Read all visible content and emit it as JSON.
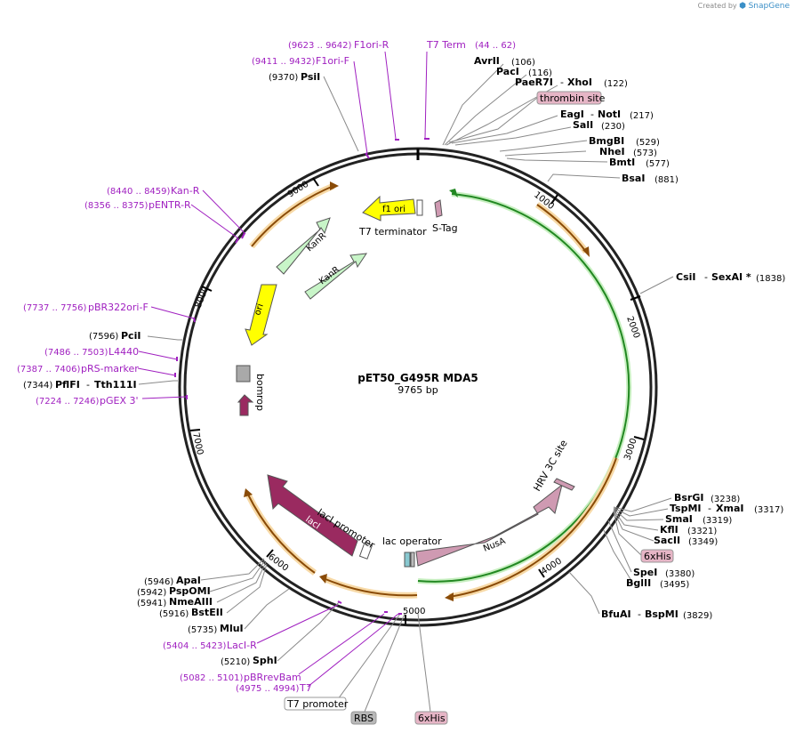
{
  "credit": {
    "created_by": "Created by",
    "brand": "SnapGene"
  },
  "plasmid": {
    "name": "pET50_G495R MDA5",
    "size": "9765 bp"
  },
  "colors": {
    "backbone": "#222222",
    "kan": "#c8f5c8",
    "ori": "#ffff00",
    "lacI": "#9a2a60",
    "rop": "#9a2a60",
    "nusA": "#cf9ab2",
    "orange_arrow": "#d07a12",
    "green_arc": "#228822",
    "primer": "#a020c0",
    "boxed_pink": "#e6b5c6",
    "boxed_gray": "#b8b8b8"
  },
  "ticks": [
    "1000",
    "2000",
    "3000",
    "4000",
    "5000",
    "6000",
    "7000",
    "8000",
    "9000"
  ],
  "enzymes": [
    {
      "name": "AvrII",
      "pos": "(106)"
    },
    {
      "name": "PacI",
      "pos": "(116)"
    },
    {
      "name": "PaeR7I",
      "sep": "-",
      "name2": "XhoI",
      "pos": "(122)"
    },
    {
      "name": "EagI",
      "sep": "-",
      "name2": "NotI",
      "pos": "(217)"
    },
    {
      "name": "SalI",
      "pos": "(230)"
    },
    {
      "name": "BmgBI",
      "pos": "(529)"
    },
    {
      "name": "NheI",
      "pos": "(573)"
    },
    {
      "name": "BmtI",
      "pos": "(577)"
    },
    {
      "name": "BsaI",
      "pos": "(881)"
    },
    {
      "name": "CsiI",
      "sep": "-",
      "name2": "SexAI *",
      "pos": "(1838)"
    },
    {
      "name": "BsrGI",
      "pos": "(3238)"
    },
    {
      "name": "TspMI",
      "sep": "-",
      "name2": "XmaI",
      "pos": "(3317)"
    },
    {
      "name": "SmaI",
      "pos": "(3319)"
    },
    {
      "name": "KflI",
      "pos": "(3321)"
    },
    {
      "name": "SacII",
      "pos": "(3349)"
    },
    {
      "name": "SpeI",
      "pos": "(3380)"
    },
    {
      "name": "BglII",
      "pos": "(3495)"
    },
    {
      "name": "BfuAI",
      "sep": "-",
      "name2": "BspMI",
      "pos": "(3829)"
    },
    {
      "name": "ApaI",
      "pos": "(5946)"
    },
    {
      "name": "PspOMI",
      "pos": "(5942)"
    },
    {
      "name": "NmeAIII",
      "pos": "(5941)"
    },
    {
      "name": "BstEII",
      "pos": "(5916)"
    },
    {
      "name": "MluI",
      "pos": "(5735)"
    },
    {
      "name": "SphI",
      "pos": "(5210)"
    },
    {
      "name": "PciI",
      "pos": "(7596)"
    },
    {
      "name": "PflFI",
      "sep": "-",
      "name2": "Tth111I",
      "pos": "(7344)"
    },
    {
      "name": "PsiI",
      "pos": "(9370)"
    }
  ],
  "primers": [
    {
      "name": "F1ori-R",
      "pos": "(9623 .. 9642)"
    },
    {
      "name": "F1ori-F",
      "pos": "(9411 .. 9432)"
    },
    {
      "name": "T7 Term",
      "pos": "(44 .. 62)"
    },
    {
      "name": "Kan-R",
      "pos": "(8440 .. 8459)"
    },
    {
      "name": "pENTR-R",
      "pos": "(8356 .. 8375)"
    },
    {
      "name": "pBR322ori-F",
      "pos": "(7737 .. 7756)"
    },
    {
      "name": "L4440",
      "pos": "(7486 .. 7503)"
    },
    {
      "name": "pRS-marker",
      "pos": "(7387 .. 7406)"
    },
    {
      "name": "pGEX 3'",
      "pos": "(7224 .. 7246)"
    },
    {
      "name": "LacI-R",
      "pos": "(5404 .. 5423)"
    },
    {
      "name": "pBRrevBam",
      "pos": "(5082 .. 5101)"
    },
    {
      "name": "T7",
      "pos": "(4975 .. 4994)"
    }
  ],
  "boxed_labels": {
    "thrombin": "thrombin site",
    "his6_right": "6xHis",
    "t7_promoter": "T7 promoter",
    "rbs": "RBS",
    "his6_bottom": "6xHis"
  },
  "features": {
    "kanr_outer": "KanR",
    "kanr_inner": "KanR",
    "ori": "ori",
    "f1ori": "f1 ori",
    "t7_terminator": "T7 terminator",
    "s_tag": "S-Tag",
    "bom": "bom",
    "rop": "rop",
    "lacI": "lacI",
    "lacI_promoter": "lacI promoter",
    "lac_operator": "lac operator",
    "nusA": "NusA",
    "hrv3c": "HRV 3C site"
  }
}
